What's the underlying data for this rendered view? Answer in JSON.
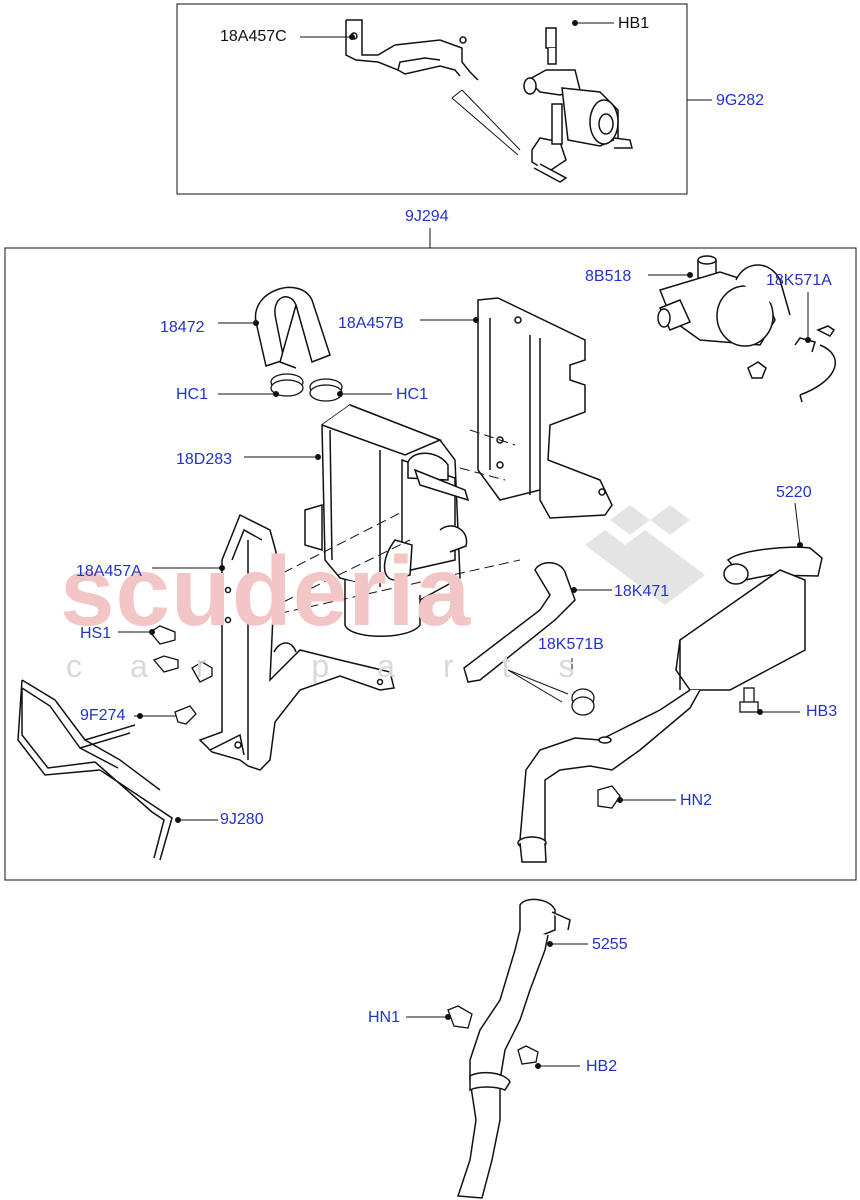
{
  "watermark": {
    "brand": "scuderia",
    "sub": "car parts"
  },
  "parts": {
    "18A457C": "18A457C",
    "HB1": "HB1",
    "9G282": "9G282",
    "9J294": "9J294",
    "8B518": "8B518",
    "18K571A": "18K571A",
    "18472": "18472",
    "18A457B": "18A457B",
    "HC1_left": "HC1",
    "HC1_right": "HC1",
    "18D283": "18D283",
    "5220": "5220",
    "18A457A": "18A457A",
    "18K471": "18K471",
    "HS1": "HS1",
    "18K571B": "18K571B",
    "9F274": "9F274",
    "HB3": "HB3",
    "HN2": "HN2",
    "9J280": "9J280",
    "5255": "5255",
    "HN1": "HN1",
    "HB2": "HB2"
  },
  "colors": {
    "label": "#2233cc",
    "line": "#111111",
    "watermark_red": "#f2c6c6",
    "watermark_grey": "#d9d9d9"
  }
}
